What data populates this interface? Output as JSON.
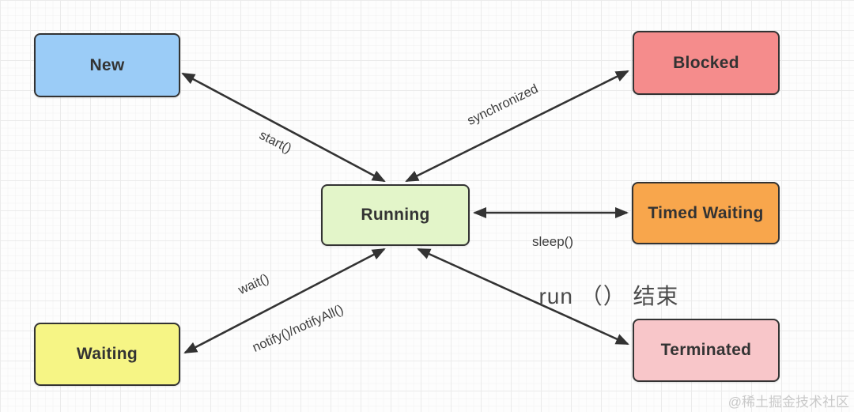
{
  "nodes": {
    "new": {
      "label": "New",
      "fill": "#9BCCF7"
    },
    "blocked": {
      "label": "Blocked",
      "fill": "#F58C8C"
    },
    "running": {
      "label": "Running",
      "fill": "#E3F5C9"
    },
    "timed_waiting": {
      "label": "Timed Waiting",
      "fill": "#F8A64C"
    },
    "waiting": {
      "label": "Waiting",
      "fill": "#F6F585"
    },
    "terminated": {
      "label": "Terminated",
      "fill": "#F8C6C9"
    }
  },
  "edges": {
    "start": {
      "label": "start()"
    },
    "synchronized": {
      "label": "synchronized"
    },
    "sleep": {
      "label": "sleep()"
    },
    "wait": {
      "label": "wait()"
    },
    "notify": {
      "label": "notify()/notifyAll()"
    },
    "run_end": {
      "label": "run （） 结束"
    }
  },
  "colors": {
    "arrow_stroke": "#333333",
    "node_border": "#333333",
    "edge_label": "#3d3d3d",
    "run_end_label": "#4a4a4a",
    "watermark": "#c9c9c9"
  },
  "watermark": {
    "text": "@稀土掘金技术社区"
  }
}
